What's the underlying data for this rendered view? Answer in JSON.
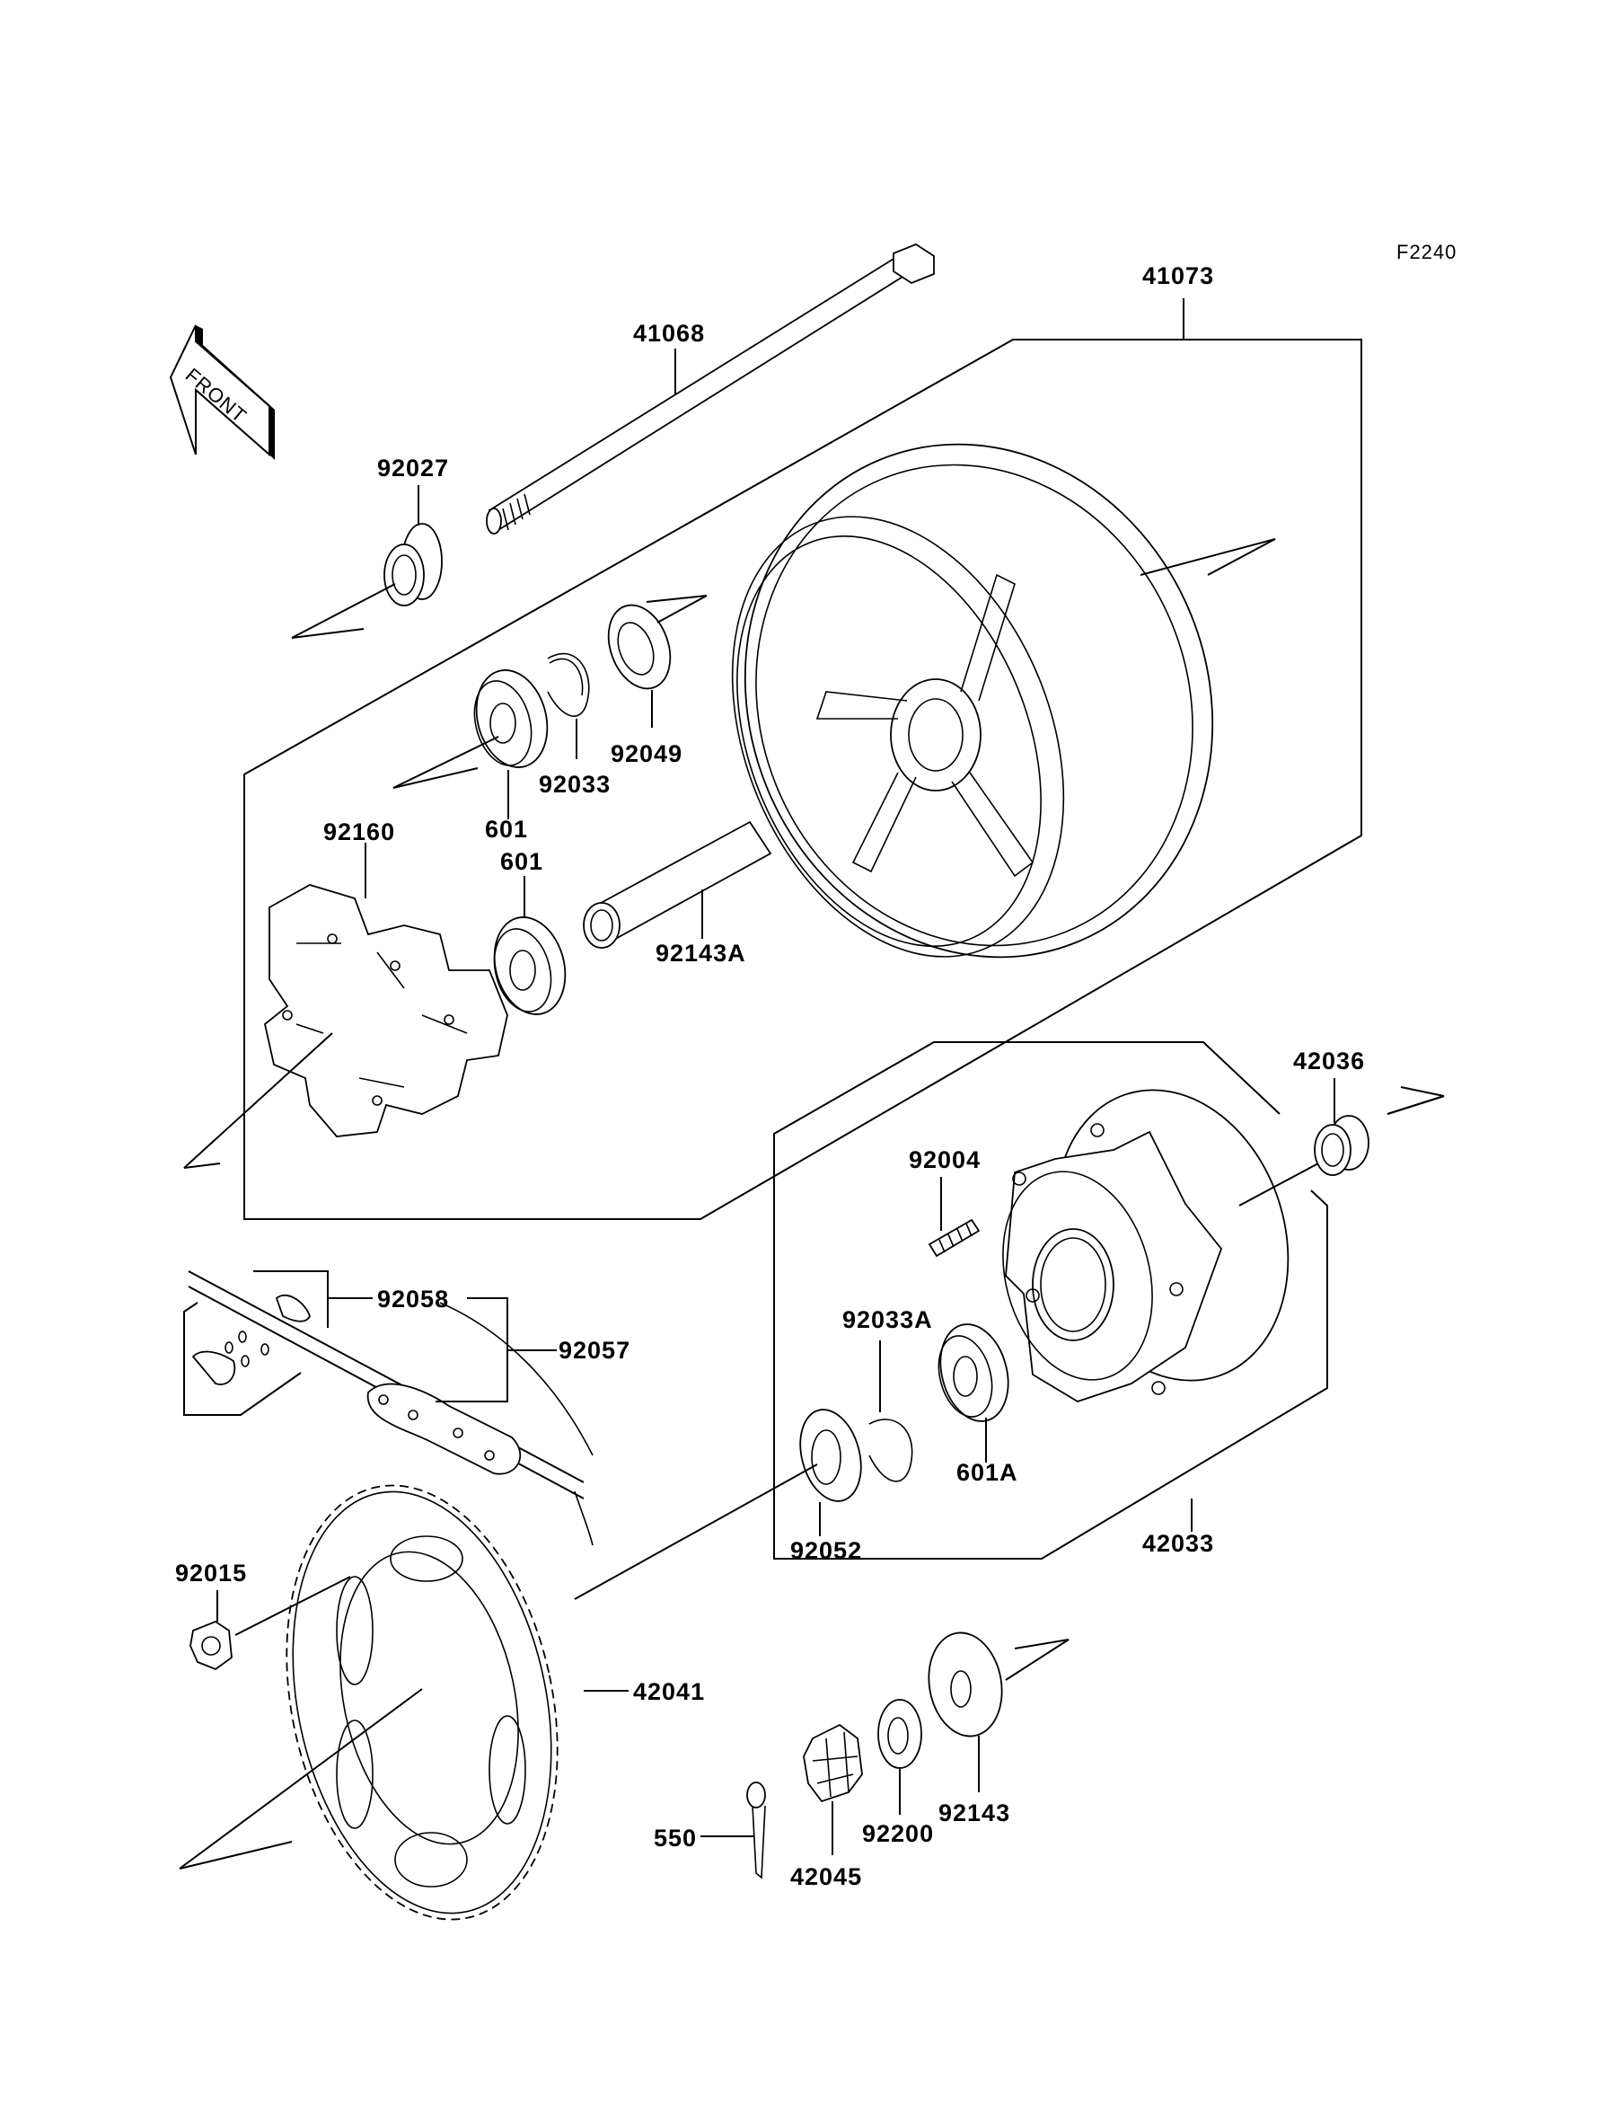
{
  "diagram": {
    "figure_id": "F2240",
    "direction_indicator": "FRONT",
    "labels": [
      {
        "id": "41073",
        "name": "wheel"
      },
      {
        "id": "41068",
        "name": "axle"
      },
      {
        "id": "92027",
        "name": "collar"
      },
      {
        "id": "92049",
        "name": "oil-seal"
      },
      {
        "id": "92033",
        "name": "circlip"
      },
      {
        "id": "601",
        "name": "ball-bearing-upper"
      },
      {
        "id": "92160",
        "name": "damper"
      },
      {
        "id": "601",
        "name": "ball-bearing-lower"
      },
      {
        "id": "92143A",
        "name": "spacer-tube"
      },
      {
        "id": "42036",
        "name": "hub-collar"
      },
      {
        "id": "92004",
        "name": "stud"
      },
      {
        "id": "92058",
        "name": "chain-joint"
      },
      {
        "id": "92057",
        "name": "drive-chain"
      },
      {
        "id": "92033A",
        "name": "hub-circlip"
      },
      {
        "id": "601A",
        "name": "hub-bearing"
      },
      {
        "id": "42033",
        "name": "sprocket-hub"
      },
      {
        "id": "92052",
        "name": "hub-oil-seal"
      },
      {
        "id": "92015",
        "name": "sprocket-nut"
      },
      {
        "id": "42041",
        "name": "sprocket"
      },
      {
        "id": "92143",
        "name": "axle-collar"
      },
      {
        "id": "92200",
        "name": "washer"
      },
      {
        "id": "550",
        "name": "cotter-pin"
      },
      {
        "id": "42045",
        "name": "axle-nut"
      }
    ]
  }
}
